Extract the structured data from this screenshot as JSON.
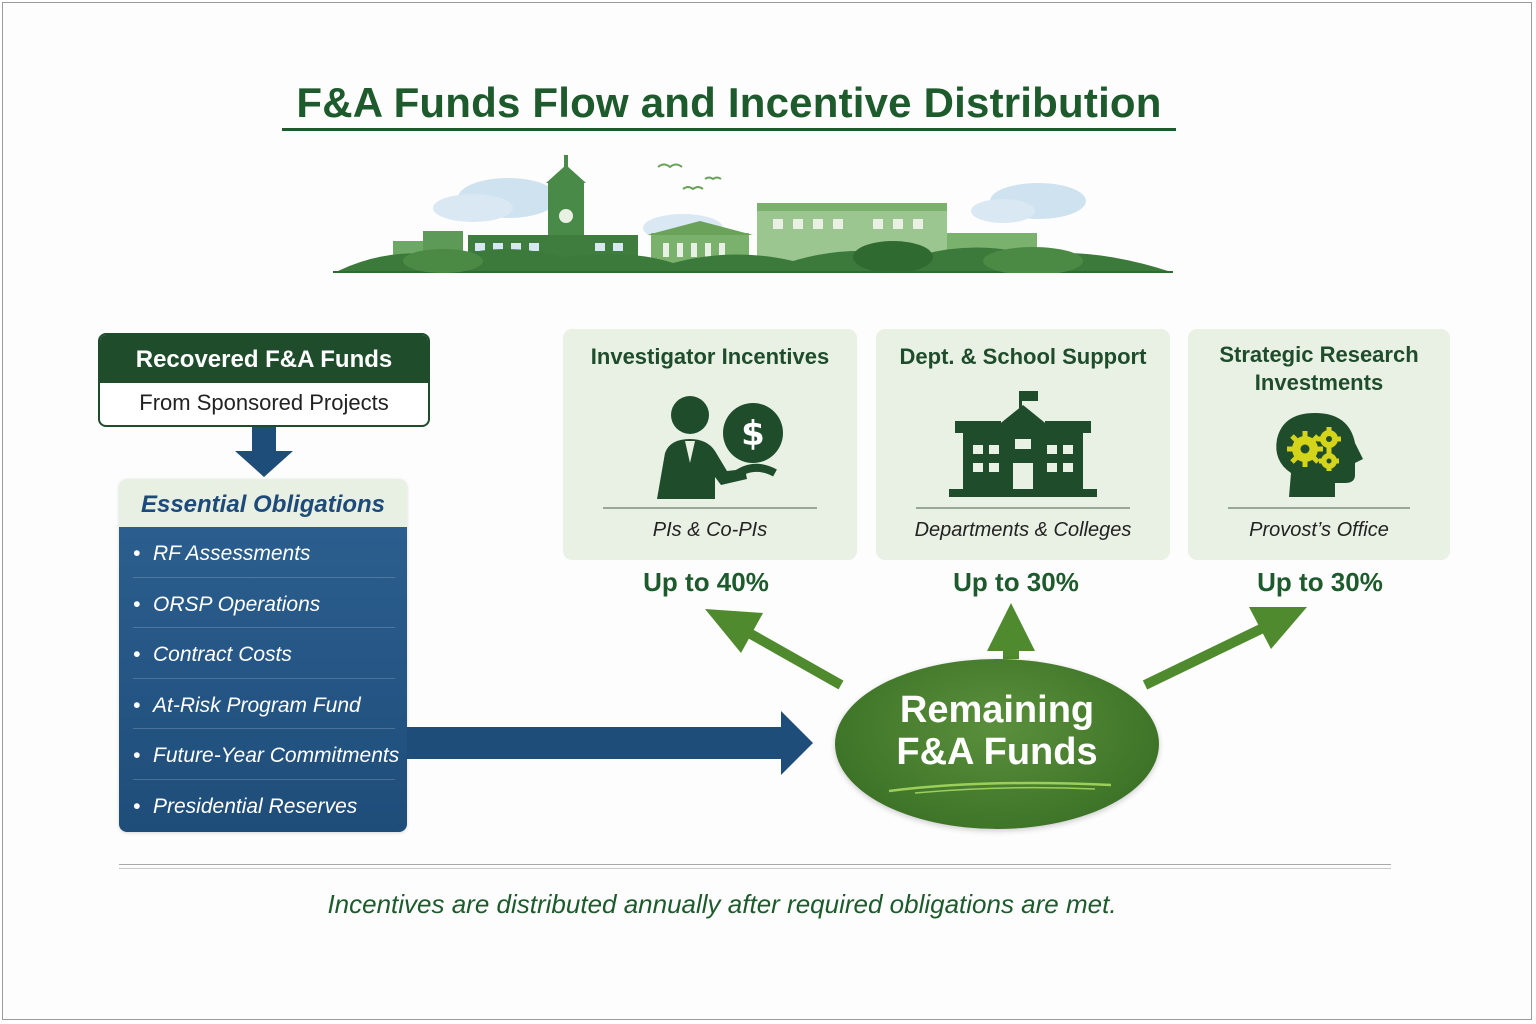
{
  "title": "F&A Funds Flow and Incentive Distribution",
  "source": {
    "title": "Recovered F&A Funds",
    "subtitle": "From Sponsored Projects"
  },
  "obligations": {
    "heading": "Essential Obligations",
    "items": [
      "RF Assessments",
      "ORSP Operations",
      "Contract Costs",
      "At-Risk Program Fund",
      "Future-Year Commitments",
      "Presidential Reserves"
    ]
  },
  "remaining": {
    "line1": "Remaining",
    "line2": "F&A Funds"
  },
  "destinations": [
    {
      "title": "Investigator Incentives",
      "recipient": "PIs & Co-PIs",
      "share": "Up to 40%",
      "icon": "investigator-money-icon"
    },
    {
      "title": "Dept. & School Support",
      "recipient": "Departments & Colleges",
      "share": "Up to 30%",
      "icon": "school-building-icon"
    },
    {
      "title": "Strategic Research Investments",
      "recipient": "Provost’s Office",
      "share": "Up to 30%",
      "icon": "head-gears-icon"
    }
  ],
  "footer": "Incentives are distributed annually after required obligations are met.",
  "colors": {
    "dark_green": "#1f4d2c",
    "title_green": "#1d5a2c",
    "arrow_green": "#4f8a2e",
    "blue": "#1f4d7a",
    "card_bg": "#e8f1e4",
    "gear_yellow": "#d4d41a"
  }
}
